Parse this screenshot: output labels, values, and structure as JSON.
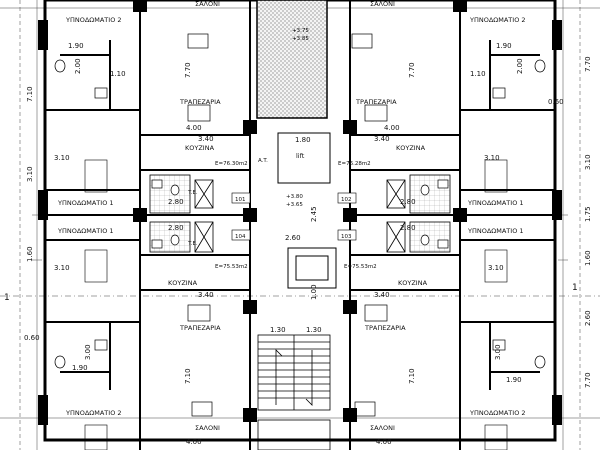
{
  "labels": {
    "bedroom2": "ΥΠΝΟΔΩΜΑΤΙΟ 2",
    "bedroom1": "ΥΠΝΟΔΩΜΑΤΙΟ 1",
    "living": "ΣΑΛΟΝΙ",
    "dining": "ΤΡΑΠΕΖΑΡΙΑ",
    "kitchen": "ΚΟΥΖΙΝΑ",
    "lift": "lift"
  },
  "apartments": {
    "a101": "101",
    "a102": "102",
    "a103": "103",
    "a104": "104"
  },
  "areas": {
    "top_left": "E=76.30m2",
    "top_right": "E=76.28m2",
    "bottom_left": "E=75.53m2",
    "bottom_right": "E=75.53m2"
  },
  "levels": {
    "upper_a": "+3.75",
    "upper_b": "+3.85",
    "mid_a": "+3.80",
    "mid_b": "+3.65"
  },
  "dims": {
    "d190": "1.90",
    "d110": "1.10",
    "d200": "2.00",
    "d770": "7.70",
    "d400": "4.00",
    "d340": "3.40",
    "d310": "3.10",
    "d280": "2.80",
    "d180": "1.80",
    "d245": "2.45",
    "d260": "2.60",
    "d100": "1.00",
    "d130": "1.30",
    "d710": "7.10",
    "d060": "0.60",
    "d300": "3.00",
    "d175": "1.75",
    "d160": "1.60"
  },
  "tags": {
    "at": "A.T.",
    "te": "T.E."
  },
  "axis_mark": "1"
}
